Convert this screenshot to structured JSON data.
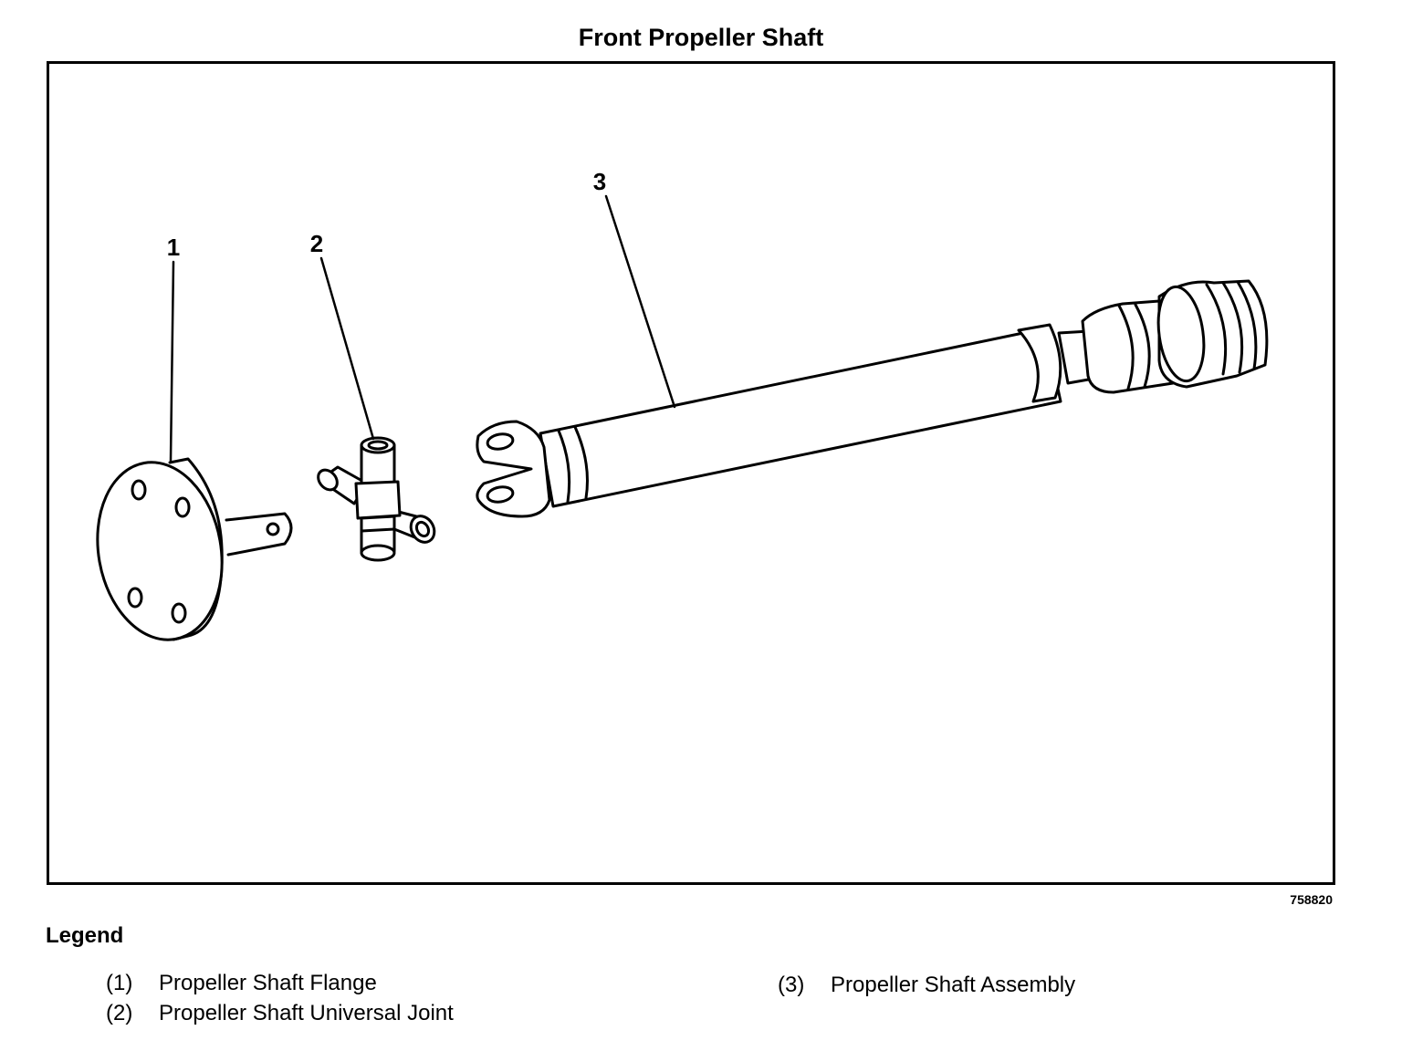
{
  "title": "Front Propeller Shaft",
  "figure_id": "758820",
  "callouts": {
    "c1": "1",
    "c2": "2",
    "c3": "3"
  },
  "legend": {
    "heading": "Legend",
    "items": [
      {
        "num": "(1)",
        "label": "Propeller Shaft Flange"
      },
      {
        "num": "(2)",
        "label": "Propeller Shaft Universal Joint"
      },
      {
        "num": "(3)",
        "label": "Propeller Shaft Assembly"
      }
    ]
  }
}
